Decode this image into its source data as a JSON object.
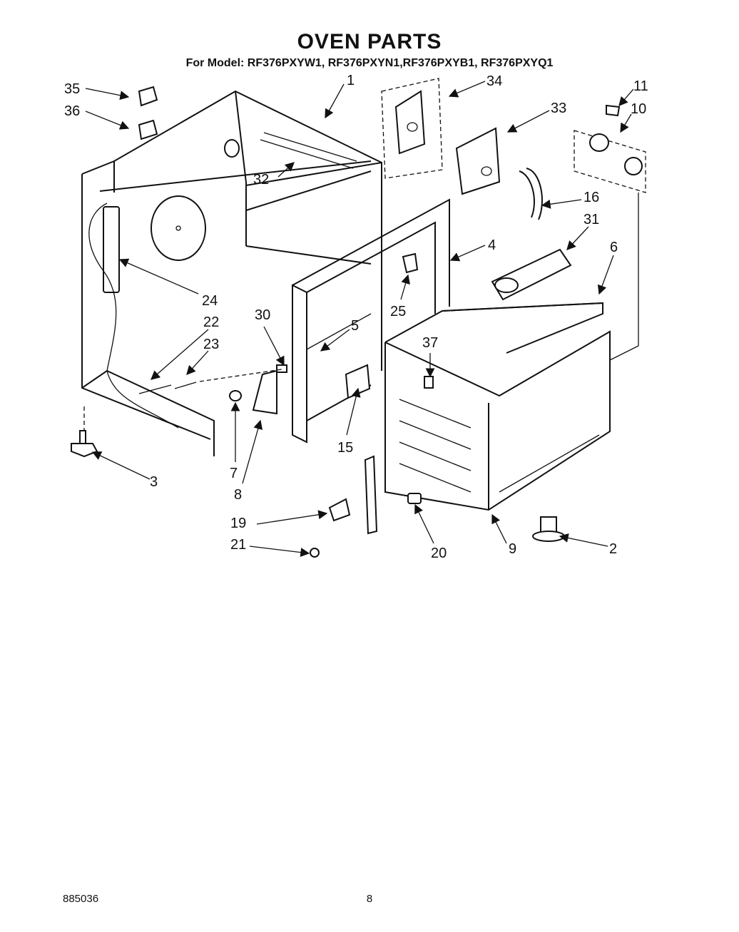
{
  "title": "OVEN PARTS",
  "subtitle": "For Model: RF376PXYW1, RF376PXYN1,RF376PXYB1, RF376PXYQ1",
  "callouts": {
    "c1": "1",
    "c2": "2",
    "c3": "3",
    "c4": "4",
    "c5": "5",
    "c6": "6",
    "c7": "7",
    "c8": "8",
    "c9": "9",
    "c10": "10",
    "c11": "11",
    "c15": "15",
    "c16": "16",
    "c19": "19",
    "c20": "20",
    "c21": "21",
    "c22": "22",
    "c23": "23",
    "c24": "24",
    "c25": "25",
    "c30": "30",
    "c31": "31",
    "c32": "32",
    "c33": "33",
    "c34": "34",
    "c35": "35",
    "c36": "36",
    "c37": "37"
  },
  "footer": {
    "doc_number": "885036",
    "page_number": "8"
  }
}
